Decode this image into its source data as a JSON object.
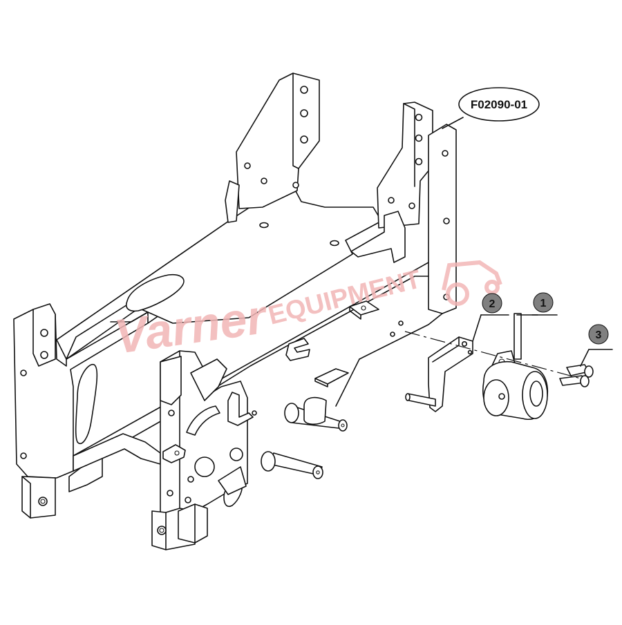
{
  "diagram": {
    "part_code": "F02090-01",
    "callouts": [
      {
        "number": "1"
      },
      {
        "number": "2"
      },
      {
        "number": "3"
      }
    ],
    "watermark": {
      "script_text": "Varner",
      "block_text": "EQUIPMENT"
    },
    "colors": {
      "line": "#111111",
      "callout_fill": "#808080",
      "watermark": "#f2b6b6"
    }
  }
}
